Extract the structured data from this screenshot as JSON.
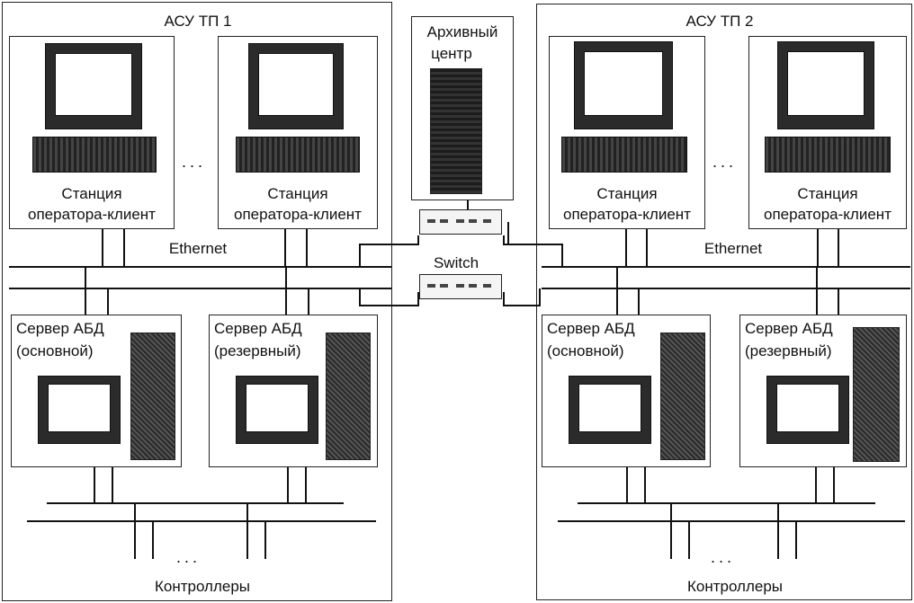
{
  "systems": [
    {
      "title": "АСУ ТП 1",
      "stations": [
        {
          "line1": "Станция",
          "line2": "оператора-клиент"
        },
        {
          "line1": "Станция",
          "line2": "оператора-клиент"
        }
      ],
      "ethernet": "Ethernet",
      "servers": [
        {
          "line1": "Сервер АБД",
          "line2": "(основной)"
        },
        {
          "line1": "Сервер АБД",
          "line2": "(резервный)"
        }
      ],
      "controllers": "Контроллеры"
    },
    {
      "title": "АСУ ТП 2",
      "stations": [
        {
          "line1": "Станция",
          "line2": "оператора-клиент"
        },
        {
          "line1": "Станция",
          "line2": "оператора-клиент"
        }
      ],
      "ethernet": "Ethernet",
      "servers": [
        {
          "line1": "Сервер АБД",
          "line2": "(основной)"
        },
        {
          "line1": "Сервер АБД",
          "line2": "(резервный)"
        }
      ],
      "controllers": "Контроллеры"
    }
  ],
  "archive": {
    "line1": "Архивный",
    "line2": "центр"
  },
  "switch_label": "Switch",
  "ellipsis": "..."
}
